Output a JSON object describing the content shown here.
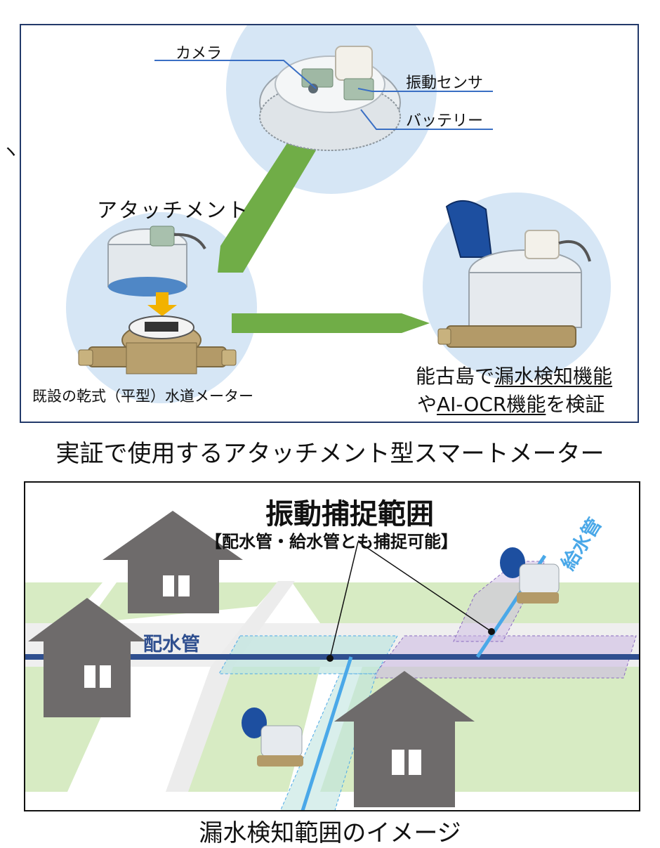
{
  "top": {
    "camera_label": "カメラ",
    "vibration_sensor_label": "振動センサ",
    "battery_label": "バッテリー",
    "attachment_label": "アタッチメント",
    "existing_meter_label": "既設の乾式（平型）水道メーター",
    "result_line1_a": "能古島で",
    "result_line1_b": "漏水検知機能",
    "result_line2_a": "や",
    "result_line2_b": "AI-OCR機能",
    "result_line2_c": "を検証",
    "caption": "実証で使用するアタッチメント型スマートメーター",
    "side_mark": "ヽ"
  },
  "bottom": {
    "title": "振動捕捉範囲",
    "subtitle": "【配水管・給水管とも捕捉可能】",
    "distribution_pipe_label": "配水管",
    "service_pipe_label": "給水管",
    "caption": "漏水検知範囲のイメージ"
  },
  "colors": {
    "green_arrow": "#70ad47",
    "blue_circle": "#d6e6f5",
    "distribution_pipe": "#2f4f8f",
    "service_pipe": "#4aa8e8",
    "house": "#6e6b6b",
    "lawn": "#d7ebc3",
    "road": "#ededed",
    "yellow_arrow": "#f2b200",
    "meter_cap_blue": "#1d4fa0",
    "brass": "#b39a68"
  }
}
